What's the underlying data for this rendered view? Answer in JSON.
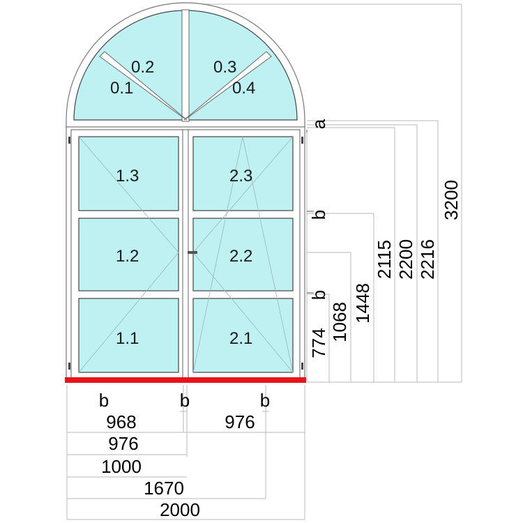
{
  "drawing": {
    "arch_panes": [
      {
        "id": "pane-0-1",
        "label": "0.1"
      },
      {
        "id": "pane-0-2",
        "label": "0.2"
      },
      {
        "id": "pane-0-3",
        "label": "0.3"
      },
      {
        "id": "pane-0-4",
        "label": "0.4"
      }
    ],
    "sash1_panes": [
      {
        "id": "pane-1-3",
        "label": "1.3"
      },
      {
        "id": "pane-1-2",
        "label": "1.2"
      },
      {
        "id": "pane-1-1",
        "label": "1.1"
      }
    ],
    "sash2_panes": [
      {
        "id": "pane-2-3",
        "label": "2.3"
      },
      {
        "id": "pane-2-2",
        "label": "2.2"
      },
      {
        "id": "pane-2-1",
        "label": "2.1"
      }
    ],
    "right_markers": [
      {
        "id": "marker-a",
        "letter": "a"
      },
      {
        "id": "marker-b-upper",
        "letter": "b"
      },
      {
        "id": "marker-b-lower",
        "letter": "b"
      }
    ],
    "vertical_dimensions": [
      "774",
      "1068",
      "1448",
      "2115",
      "2200",
      "2216",
      "3200"
    ],
    "bottom_markers": [
      "b",
      "b",
      "b"
    ],
    "horizontal_dimensions": [
      "968",
      "976",
      "976",
      "1000",
      "1670",
      "2000"
    ],
    "colors": {
      "glass": "#bff0f2",
      "sill": "#e8141c",
      "frame": "#ffffff",
      "dimension_line": "#b8b8b8"
    }
  }
}
